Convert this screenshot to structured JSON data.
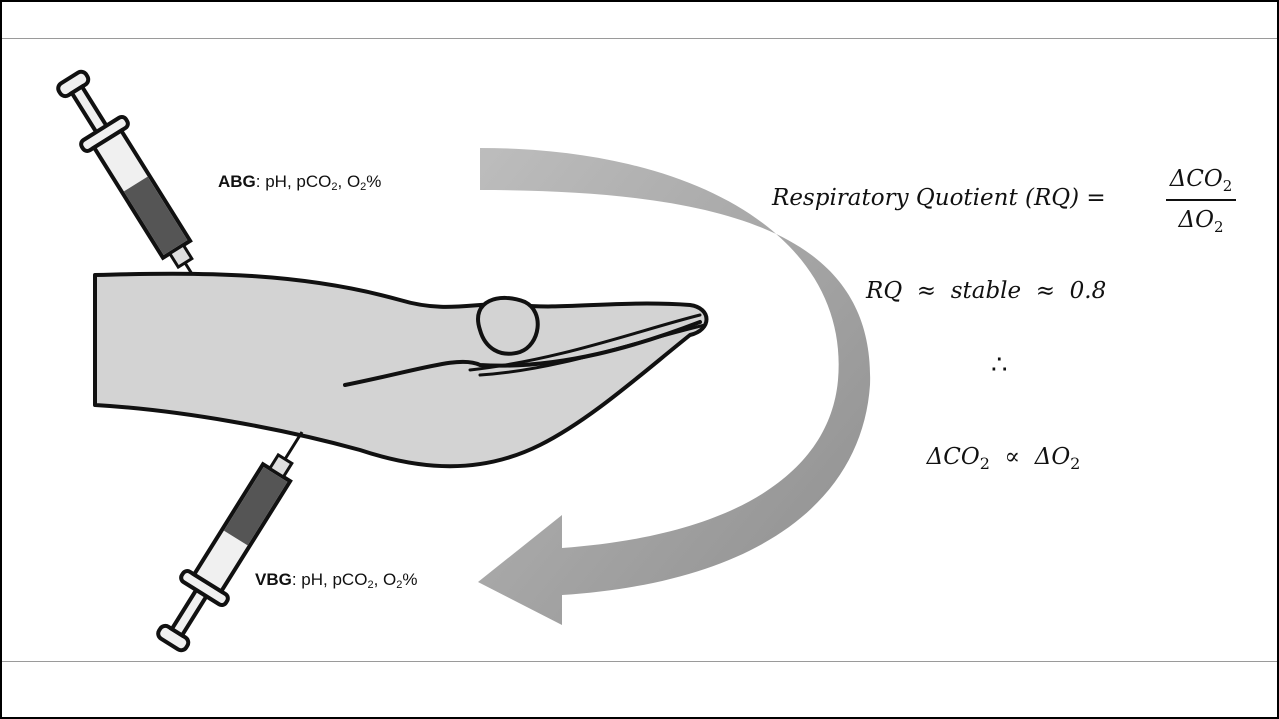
{
  "abg": {
    "prefix": "ABG",
    "rest": ": pH, pCO",
    "sub1": "2",
    "mid": ", O",
    "sub2": "2",
    "end": "%"
  },
  "vbg": {
    "prefix": "VBG",
    "rest": ": pH, pCO",
    "sub1": "2",
    "mid": ", O",
    "sub2": "2",
    "end": "%"
  },
  "equation_rq": {
    "lhs": "Respiratory Quotient (RQ) =",
    "numerator": "ΔCO",
    "numerator_sub": "2",
    "denominator": "ΔO",
    "denominator_sub": "2"
  },
  "equation_stable": "RQ  ≈  stable  ≈  0.8",
  "therefore_symbol": "∴",
  "equation_prop": {
    "left": "ΔCO",
    "left_sub": "2",
    "op": "  ∝  ",
    "right": "ΔO",
    "right_sub": "2"
  },
  "colors": {
    "hand_fill": "#d3d3d3",
    "outline": "#111111",
    "arrow_gray": "#a3a3a3",
    "blood": "#555555",
    "syringe_barrel": "#f0f0f0"
  }
}
